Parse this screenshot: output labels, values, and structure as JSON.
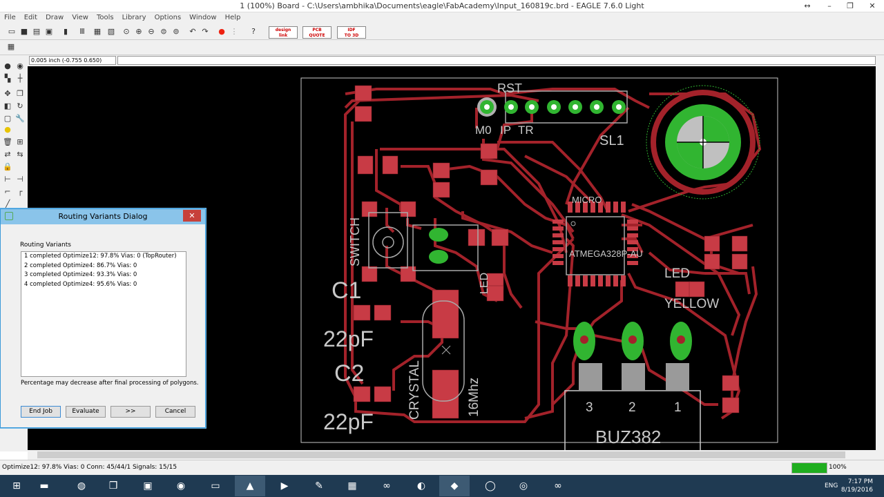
{
  "window": {
    "title": "1 (100%) Board - C:\\Users\\ambhika\\Documents\\eagle\\FabAcademy\\Input_160819c.brd - EAGLE 7.6.0 Light",
    "controls": [
      "↔",
      "–",
      "❐",
      "✕"
    ]
  },
  "menu": [
    "File",
    "Edit",
    "Draw",
    "View",
    "Tools",
    "Library",
    "Options",
    "Window",
    "Help"
  ],
  "toolbar": {
    "icons": [
      "open-icon",
      "save-icon",
      "print-icon",
      "cam-icon",
      "script-icon",
      "ulp-icon",
      "board-icon",
      "layer-icon",
      "zoom-fit-icon",
      "zoom-in-icon",
      "zoom-out-icon",
      "zoom-select-icon",
      "zoom-area-icon",
      "undo-icon",
      "redo-icon",
      "stop-icon",
      "go-icon",
      "help-icon"
    ],
    "design_link": [
      "design",
      "link"
    ],
    "pcb_quote": [
      "PCB",
      "QUOTE"
    ],
    "idf_to_3d": [
      "IDF",
      "TO 3D"
    ]
  },
  "coordinates": "0.005 inch (-0.755 0.650)",
  "board_labels": {
    "rst": "RST",
    "m0": "M0",
    "ip": "IP",
    "tr": "TR",
    "sl1": "SL1",
    "micro": "MICRO",
    "atmega": "ATMEGA328P-AU",
    "switch": "SWITCH",
    "led_left": "LED",
    "led_right": "LED",
    "yellow": "YELLOW",
    "c1": "C1",
    "c2": "C2",
    "pf1": "22pF",
    "pf2": "22pF",
    "crystal": "CRYSTAL",
    "mhz": "16Mhz",
    "buz": "BUZ382",
    "pin3": "3",
    "pin2": "2",
    "pin1": "1"
  },
  "dialog": {
    "title": "Routing Variants Dialog",
    "label": "Routing Variants",
    "variants": [
      "1 completed Optimize12:   97.8%  Vias: 0 (TopRouter)",
      "2 completed Optimize4:    86.7%  Vias: 0",
      "3 completed Optimize4:    93.3%  Vias: 0",
      "4 completed Optimize4:    95.6%  Vias: 0"
    ],
    "note": "Percentage may decrease after final processing of polygons.",
    "buttons": {
      "end_job": "End Job",
      "evaluate": "Evaluate",
      "next": ">>",
      "cancel": "Cancel"
    }
  },
  "status": {
    "text": "Optimize12: 97.8% Vias: 0  Conn: 45/44/1  Signals: 15/15",
    "progress_percent": 100,
    "progress_label": "100%"
  },
  "taskbar": {
    "clock_time": "7:17 PM",
    "clock_date": "8/19/2016",
    "language": "ENG",
    "apps": [
      "windows-start-icon",
      "file-explorer-icon",
      "firefox-icon",
      "files-icon",
      "arduino-sketch-icon",
      "chrome-icon",
      "terminal-icon",
      "illustrator-icon",
      "photoshop-icon",
      "inkscape-icon",
      "calculator-icon",
      "arduino-icon",
      "processing-icon",
      "eagle-icon",
      "code-icon",
      "spotify-icon",
      "arduino-2-icon"
    ]
  },
  "colors": {
    "trace": "#a3222a",
    "pad": "#c83b45",
    "via_green": "#31b531",
    "board_bg": "#000000",
    "outline": "#c8c8c8"
  }
}
